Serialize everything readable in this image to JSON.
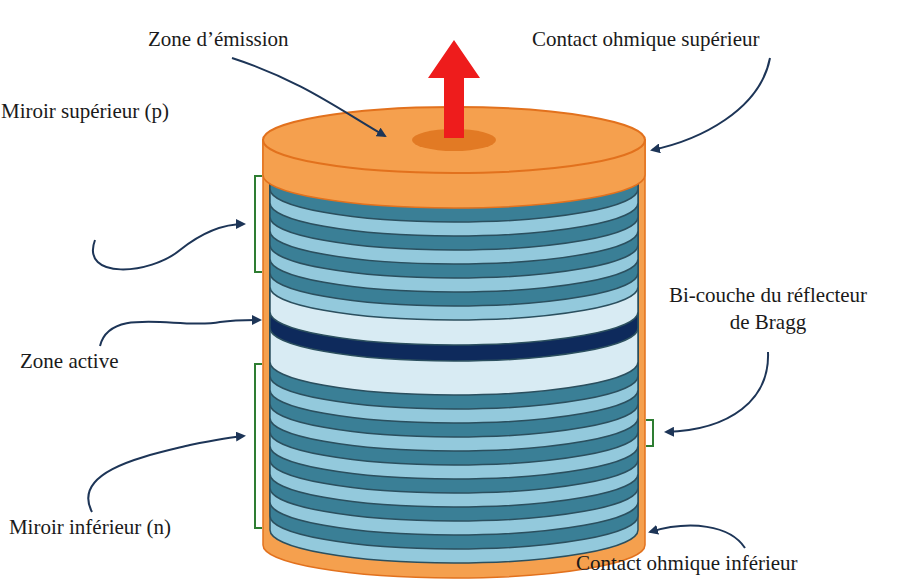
{
  "diagram": {
    "labels": [
      "Zone d’émission",
      "Contact ohmique supérieur",
      "Miroir supérieur (p)",
      "Zone active",
      "Bi-couche du réflecteur de Bragg",
      "Miroir inférieur (n)",
      "Contact ohmique inférieur"
    ]
  }
}
